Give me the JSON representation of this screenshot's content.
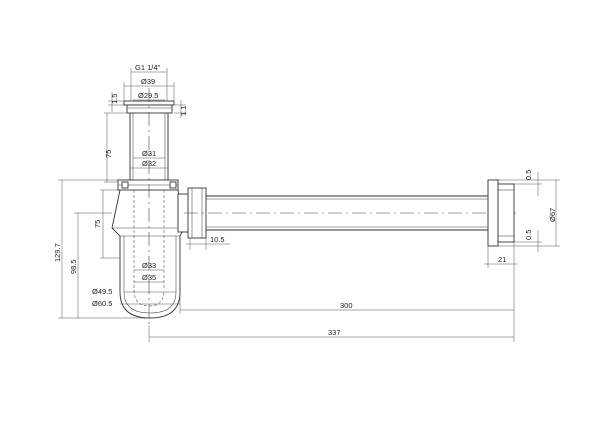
{
  "dimensions": {
    "thread": "G1 1/4\"",
    "d39": "Ø39",
    "d29_5": "Ø29.5",
    "d31": "Ø31",
    "d32": "Ø32",
    "d33": "Ø33",
    "d35": "Ø35",
    "d49_5": "Ø49.5",
    "d60_5": "Ø60.5",
    "d67": "Ø67",
    "v1_5": "1.5",
    "v1_1": "1.1",
    "v75_top": "75",
    "v75_mid": "75",
    "v129_7": "129.7",
    "v98_5": "98.5",
    "v10_5": "10.5",
    "v300": "300",
    "v337": "337",
    "v21": "21",
    "v0_5_top": "0.5",
    "v0_5_bottom": "0.5"
  }
}
